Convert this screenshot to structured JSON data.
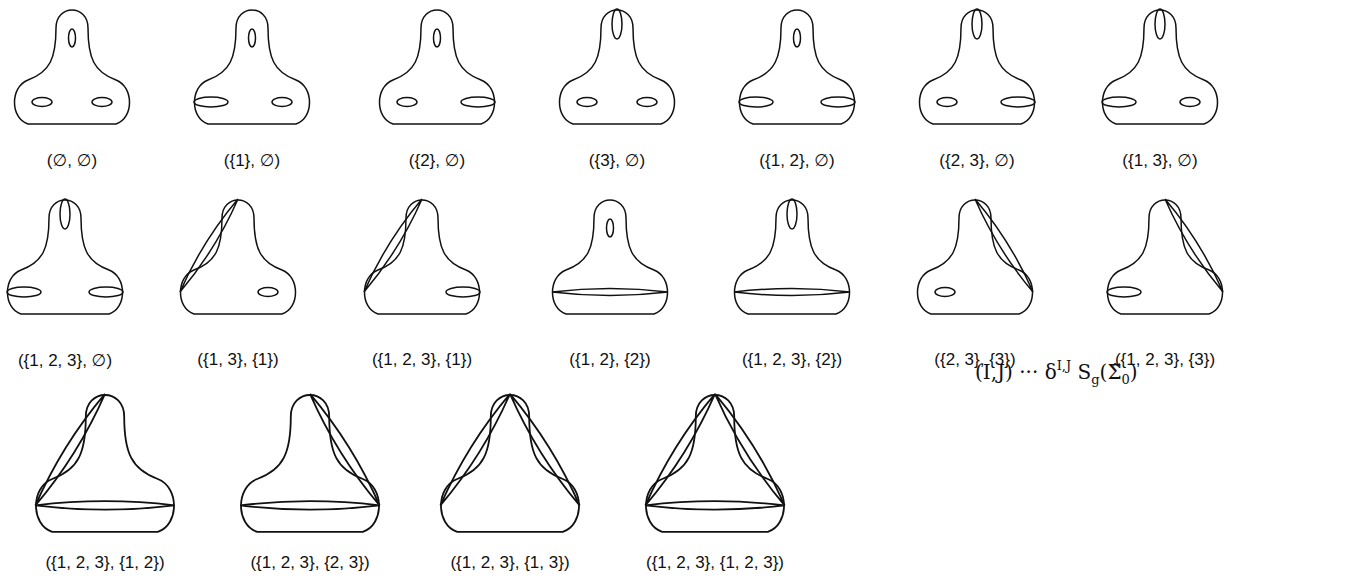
{
  "diagram": {
    "labels": [
      "(∅, ∅)",
      "({1}, ∅)",
      "({2}, ∅)",
      "({3}, ∅)",
      "({1, 2}, ∅)",
      "({2, 3}, ∅)",
      "({1, 3}, ∅)",
      "({1, 2, 3}, ∅)",
      "({1, 3}, {1})",
      "({1, 2, 3}, {1})",
      "({1, 2}, {2})",
      "({1, 2, 3}, {2})",
      "({2, 3}, {3})",
      "({1, 2, 3}, {3})",
      "({1, 2, 3}, {1, 2})",
      "({1, 2, 3}, {2, 3})",
      "({1, 2, 3}, {1, 3})",
      "({1, 2, 3}, {1, 2, 3})",
      "(I,J) ··· δ",
      "I,J",
      " S",
      "g",
      "(Σ̃",
      "0",
      ")"
    ]
  }
}
